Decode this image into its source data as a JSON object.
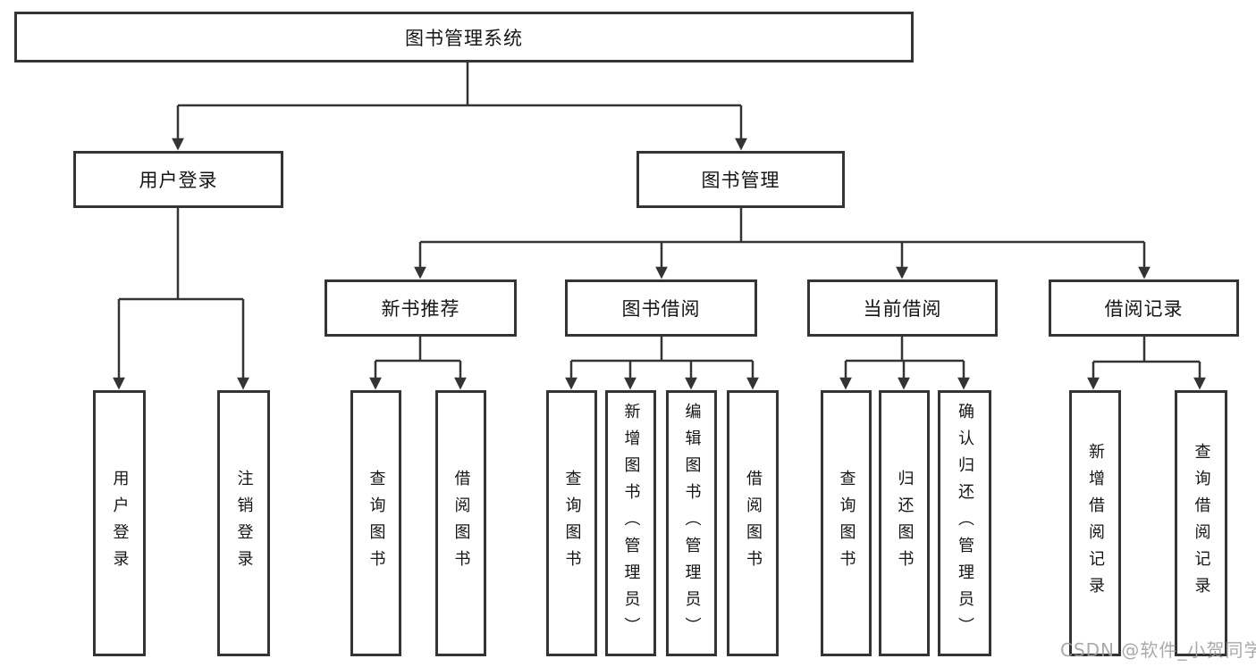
{
  "tree": {
    "root": {
      "label": "图书管理系统"
    },
    "children": [
      {
        "label": "用户登录",
        "children": [
          {
            "label": "用户登录"
          },
          {
            "label": "注销登录"
          }
        ]
      },
      {
        "label": "图书管理",
        "children": [
          {
            "label": "新书推荐",
            "children": [
              {
                "label": "查询图书"
              },
              {
                "label": "借阅图书"
              }
            ]
          },
          {
            "label": "图书借阅",
            "children": [
              {
                "label": "查询图书"
              },
              {
                "label": "新增图书（管理员）"
              },
              {
                "label": "编辑图书（管理员）"
              },
              {
                "label": "借阅图书"
              }
            ]
          },
          {
            "label": "当前借阅",
            "children": [
              {
                "label": "查询图书"
              },
              {
                "label": "归还图书"
              },
              {
                "label": "确认归还（管理员）"
              }
            ]
          },
          {
            "label": "借阅记录",
            "children": [
              {
                "label": "新增借阅记录"
              },
              {
                "label": "查询借阅记录"
              }
            ]
          }
        ]
      }
    ]
  },
  "watermark": {
    "text": "CSDN @软件_小贺同学"
  },
  "colors": {
    "line": "#343434",
    "box_border": "#343434",
    "text": "#151515",
    "watermark": "#9e9e9e",
    "background": "#ffffff"
  }
}
